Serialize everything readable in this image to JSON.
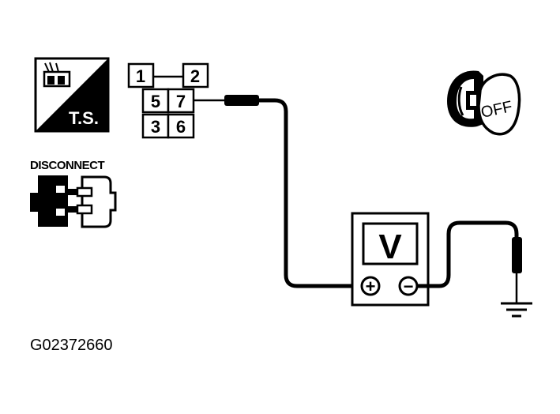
{
  "ts_badge": {
    "label": "T.S."
  },
  "connector": {
    "pins": [
      {
        "id": "pin-1",
        "label": "1"
      },
      {
        "id": "pin-2",
        "label": "2"
      },
      {
        "id": "pin-5",
        "label": "5"
      },
      {
        "id": "pin-7",
        "label": "7"
      },
      {
        "id": "pin-3",
        "label": "3"
      },
      {
        "id": "pin-6",
        "label": "6"
      }
    ]
  },
  "disconnect": {
    "label": "DISCONNECT"
  },
  "ignition": {
    "key_label": "OFF"
  },
  "voltmeter": {
    "display": "V",
    "plus_symbol": "+",
    "minus_symbol": "−"
  },
  "figure": {
    "id": "G02372660"
  },
  "colors": {
    "ink": "#000000",
    "paper": "#ffffff"
  }
}
